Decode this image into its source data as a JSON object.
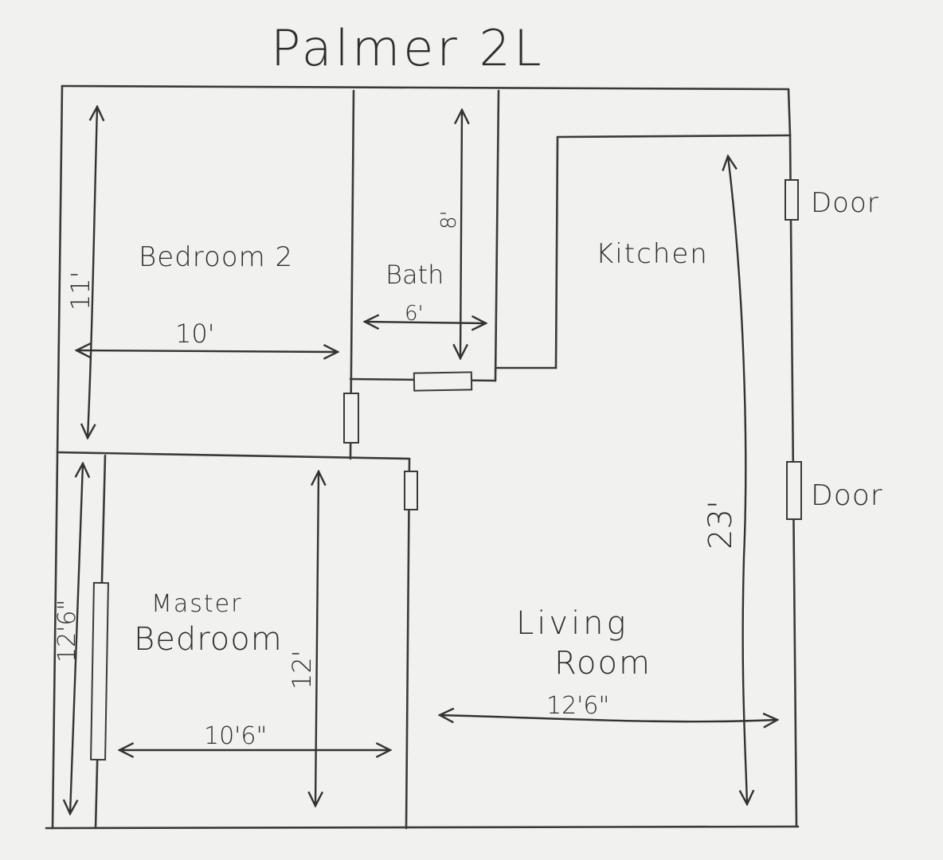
{
  "title": "Palmer 2L",
  "rooms": {
    "bedroom2": "Bedroom 2",
    "bath": "Bath",
    "kitchen": "Kitchen",
    "master_line1": "Master",
    "master_line2": "Bedroom",
    "living_line1": "Living",
    "living_line2": "Room"
  },
  "dimensions": {
    "bedroom2_height": "11'",
    "bedroom2_width": "10'",
    "bath_height": "8'",
    "bath_width": "6'",
    "kitchen_living_height": "23'",
    "master_height_left": "12'6\"",
    "master_height_inner": "12'",
    "master_width": "10'6\"",
    "living_width": "12'6\""
  },
  "doors": {
    "door_top": "Door",
    "door_bottom": "Door"
  }
}
